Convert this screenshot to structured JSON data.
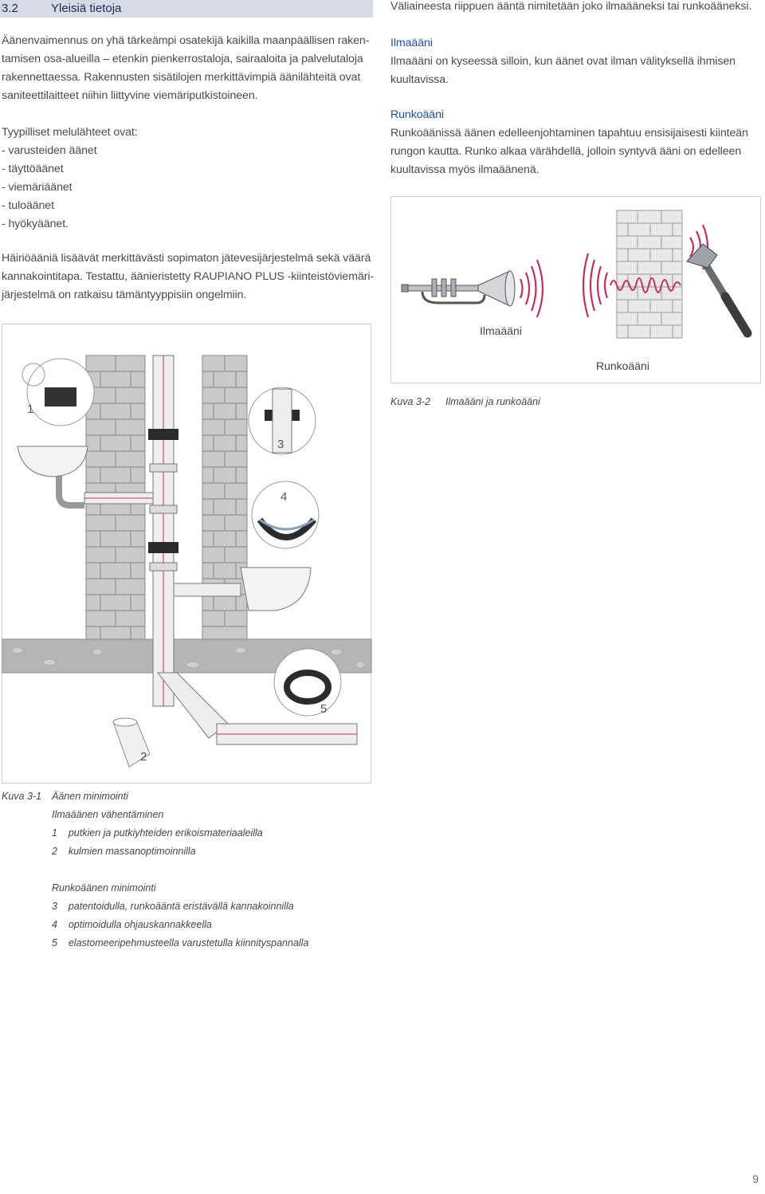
{
  "header": {
    "number": "3.2",
    "title": "Yleisiä tietoja"
  },
  "left": {
    "intro": [
      "Äänenvaimennus on yhä tärkeämpi osatekijä kaikilla maanpäällisen raken-",
      "tamisen osa-alueilla – etenkin pienkerrostaloja, sairaaloita ja palvelutaloja",
      "rakennettaessa. Rakennusten sisätilojen merkittävimpiä äänilähteitä ovat",
      "saniteettilaitteet niihin liittyvine viemäriputkistoineen."
    ],
    "sources_intro": "Tyypilliset melulähteet ovat:",
    "sources": [
      "- varusteiden äänet",
      "- täyttöäänet",
      "- viemäriäänet",
      "- tuloäänet",
      "- hyökyäänet."
    ],
    "interference": [
      "Häiriöääniä lisäävät merkittävästi sopimaton jätevesijärjestelmä sekä väärä",
      "kannakointitapa. Testattu, äänieristetty RAUPIANO PLUS -kiinteistöviemäri-",
      "järjestelmä on ratkaisu tämäntyyppisiin ongelmiin."
    ]
  },
  "right": {
    "intro": "Väliaineesta riippuen ääntä nimitetään joko ilmaääneksi tai runkoääneksi.",
    "air": {
      "heading": "Ilmaääni",
      "lines": [
        "Ilmaääni on kyseessä silloin, kun äänet ovat ilman välityksellä ihmisen",
        "kuultavissa."
      ]
    },
    "structure": {
      "heading": "Runkoääni",
      "lines": [
        "Runkoäänissä äänen edelleenjohtaminen tapahtuu ensisijaisesti kiinteän",
        "rungon kautta. Runko alkaa värähdellä, jolloin syntyvä ääni on edelleen",
        "kuultavissa myös ilmaäänenä."
      ]
    }
  },
  "figure2": {
    "label_air": "Ilmaääni",
    "label_structure": "Runkoääni",
    "caption_num": "Kuva 3-2",
    "caption_text": "Ilmaääni ja runkoääni"
  },
  "figure1": {
    "callouts": [
      "1",
      "2",
      "3",
      "4",
      "5"
    ],
    "caption_num": "Kuva 3-1",
    "caption_lines": [
      "Äänen minimointi",
      "Ilmaäänen vähentäminen",
      "1    putkien ja putkiyhteiden erikoismateriaaleilla",
      "2    kulmien massanoptimoinnilla",
      "",
      "Runkoäänen minimointi",
      "3    patentoidulla, runkoääntä eristävällä kannakoinnilla",
      "4    optimoidulla ohjauskannakkeella",
      "5    elastomeeripehmusteella varustetulla kiinnityspannalla"
    ]
  },
  "page_number": "9",
  "colors": {
    "header_bg": "#d6dbe7",
    "heading_blue": "#1f4fa3",
    "sound_waves": "#c0305a",
    "brick": "#c9c9c9"
  }
}
